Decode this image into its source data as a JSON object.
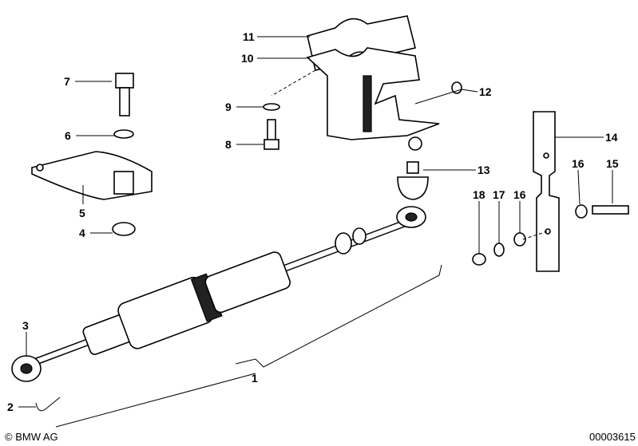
{
  "diagram": {
    "callouts": {
      "c1": "1",
      "c2": "2",
      "c3": "3",
      "c4": "4",
      "c5": "5",
      "c6": "6",
      "c7": "7",
      "c8": "8",
      "c9": "9",
      "c10": "10",
      "c11": "11",
      "c12": "12",
      "c13": "13",
      "c14": "14",
      "c15": "15",
      "c16a": "16",
      "c16b": "16",
      "c17": "17",
      "c18": "18"
    },
    "copyright": "© BMW AG",
    "diagram_number": "00003615"
  }
}
